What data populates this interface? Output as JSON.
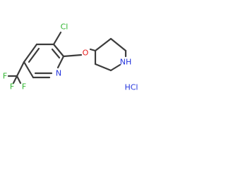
{
  "molecule": {
    "atoms": {
      "cl": {
        "symbol": "Cl",
        "color": "#2fb52f"
      },
      "o": {
        "symbol": "O",
        "color": "#e81c1c"
      },
      "n_pyridine": {
        "symbol": "N",
        "color": "#2233dd"
      },
      "n_piperidine": {
        "symbol": "NH",
        "color": "#2233dd"
      },
      "f1": {
        "symbol": "F",
        "color": "#2fb52f"
      },
      "f2": {
        "symbol": "F",
        "color": "#2fb52f"
      },
      "f3": {
        "symbol": "F",
        "color": "#2fb52f"
      },
      "hcl": {
        "symbol": "HCl",
        "color": "#2233dd"
      }
    },
    "bond_color": "#3c3c3c"
  }
}
